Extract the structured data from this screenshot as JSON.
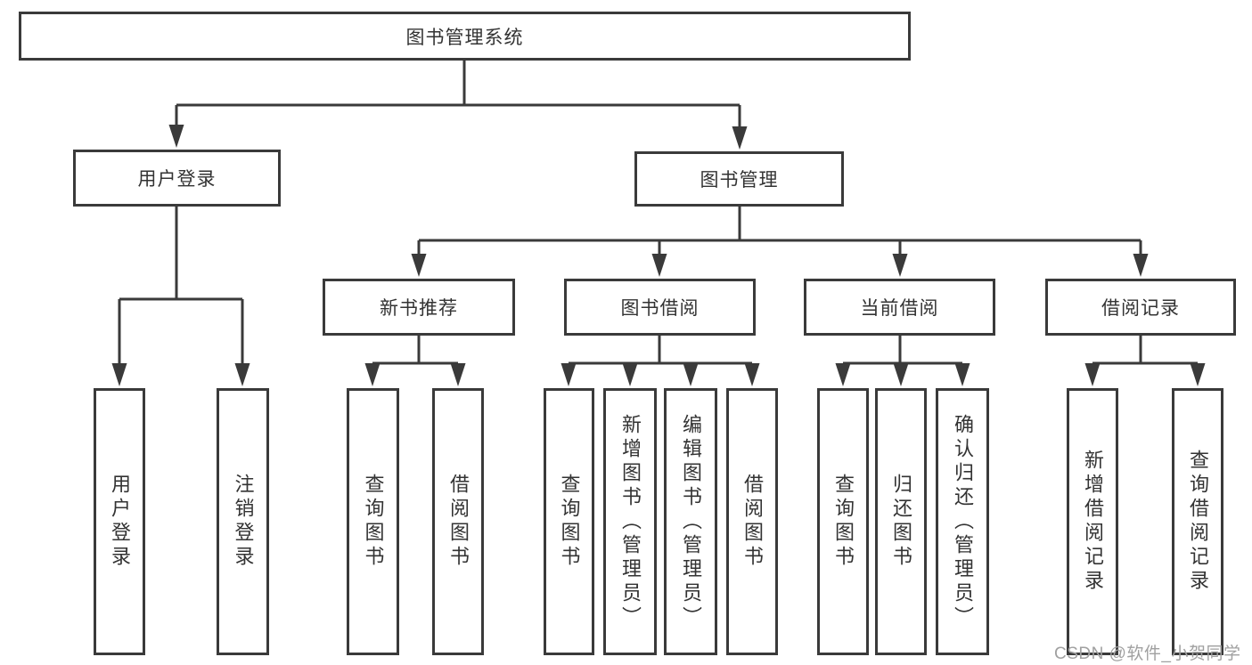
{
  "diagram": {
    "title": "图书管理系统",
    "level2": {
      "user_login": "用户登录",
      "book_management": "图书管理"
    },
    "level3": {
      "new_book_recommend": "新书推荐",
      "book_borrow": "图书借阅",
      "current_borrow": "当前借阅",
      "borrow_records": "借阅记录"
    },
    "leaves": {
      "user_login": [
        "用户登录",
        "注销登录"
      ],
      "new_book_recommend": [
        "查询图书",
        "借阅图书"
      ],
      "book_borrow": [
        "查询图书",
        "新增图书（管理员）",
        "编辑图书（管理员）",
        "借阅图书"
      ],
      "current_borrow": [
        "查询图书",
        "归还图书",
        "确认归还（管理员）"
      ],
      "borrow_records": [
        "新增借阅记录",
        "查询借阅记录"
      ]
    },
    "colors": {
      "line": "#3a3a3a",
      "text": "#333333",
      "background": "#ffffff",
      "watermark": "#a0a0a0"
    }
  },
  "watermark": {
    "text": "CSDN @软件_小贺同学"
  }
}
